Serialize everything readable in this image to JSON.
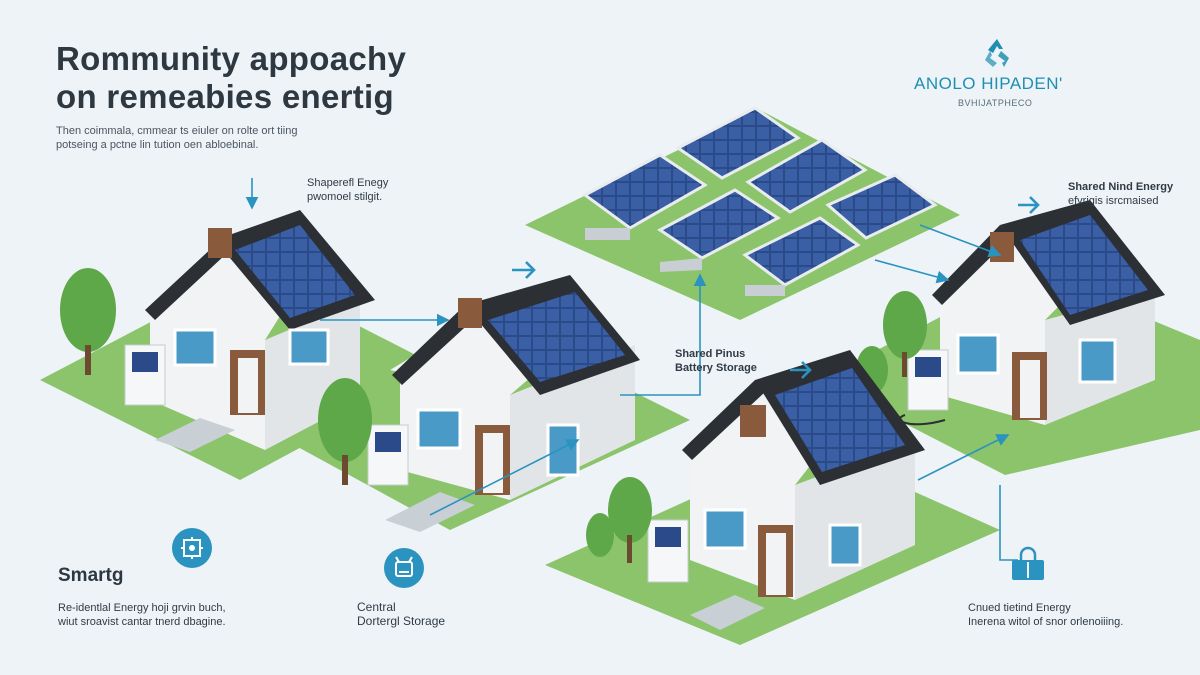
{
  "header": {
    "title_line1": "Rommunity appoachy",
    "title_line2": "on remeabies enertig",
    "intro_line1": "Then coimmala, cmmear ts eiuler on rolte ort tiing",
    "intro_line2": "potseing a pctne lin tution oen abloebinal."
  },
  "brand": {
    "name": "ANOLO HIPADEN'",
    "tagline": "BVHIJATPHECO",
    "logo_icon": "recycle-icon"
  },
  "labels": {
    "shared_energy_line1": "Shaperefl Enegy",
    "shared_energy_line2": "pwomoel stilgit.",
    "shared_wind_line1": "Shared Nind Energy",
    "shared_wind_line2": "efvrigis isrcmaised",
    "battery_line1": "Shared Pinus",
    "battery_line2": "Battery Storage"
  },
  "footer": {
    "smart_title": "Smartg",
    "residential_line1": "Re-identlal Energy hoji grvin buch,",
    "residential_line2": "wiut sroavist cantar tnerd dbagine.",
    "central_line1": "Central",
    "central_line2": "Dortergl Storage",
    "community_line1": "Cnued tietind Energy",
    "community_line2": "Inerena witol of snor orlenoiiing."
  },
  "icons": {
    "smart": "smart-gear-icon",
    "storage": "storage-device-icon",
    "lock": "lock-icon"
  },
  "colors": {
    "accent": "#2b93bf",
    "grass": "#8bc46a",
    "panel": "#2b4a8a",
    "roof": "#2c2f33",
    "wall": "#f2f3f4",
    "door": "#8a5a3c",
    "tree": "#5fa84a"
  }
}
